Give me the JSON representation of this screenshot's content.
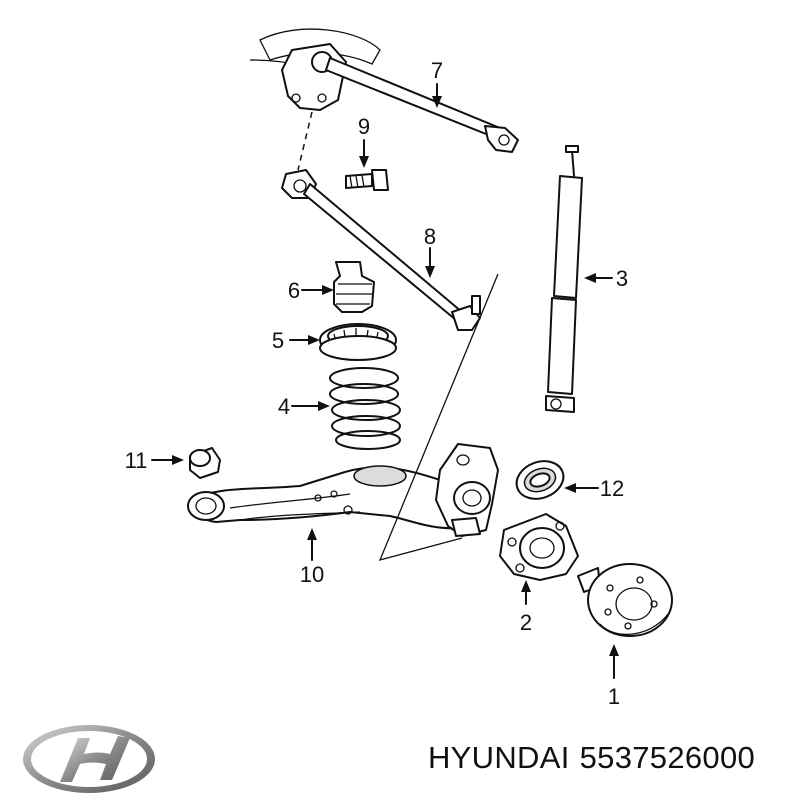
{
  "callouts": [
    {
      "id": "part-1",
      "label": "1"
    },
    {
      "id": "part-2",
      "label": "2"
    },
    {
      "id": "part-3",
      "label": "3"
    },
    {
      "id": "part-4",
      "label": "4"
    },
    {
      "id": "part-5",
      "label": "5"
    },
    {
      "id": "part-6",
      "label": "6"
    },
    {
      "id": "part-7",
      "label": "7"
    },
    {
      "id": "part-8",
      "label": "8"
    },
    {
      "id": "part-9",
      "label": "9"
    },
    {
      "id": "part-10",
      "label": "10"
    },
    {
      "id": "part-11",
      "label": "11"
    },
    {
      "id": "part-12",
      "label": "12"
    }
  ],
  "caption": {
    "brand": "HYUNDAI",
    "part_number": "5537526000"
  },
  "logo": {
    "icon": "hyundai-logo-icon",
    "color": "#8a8a8a"
  }
}
